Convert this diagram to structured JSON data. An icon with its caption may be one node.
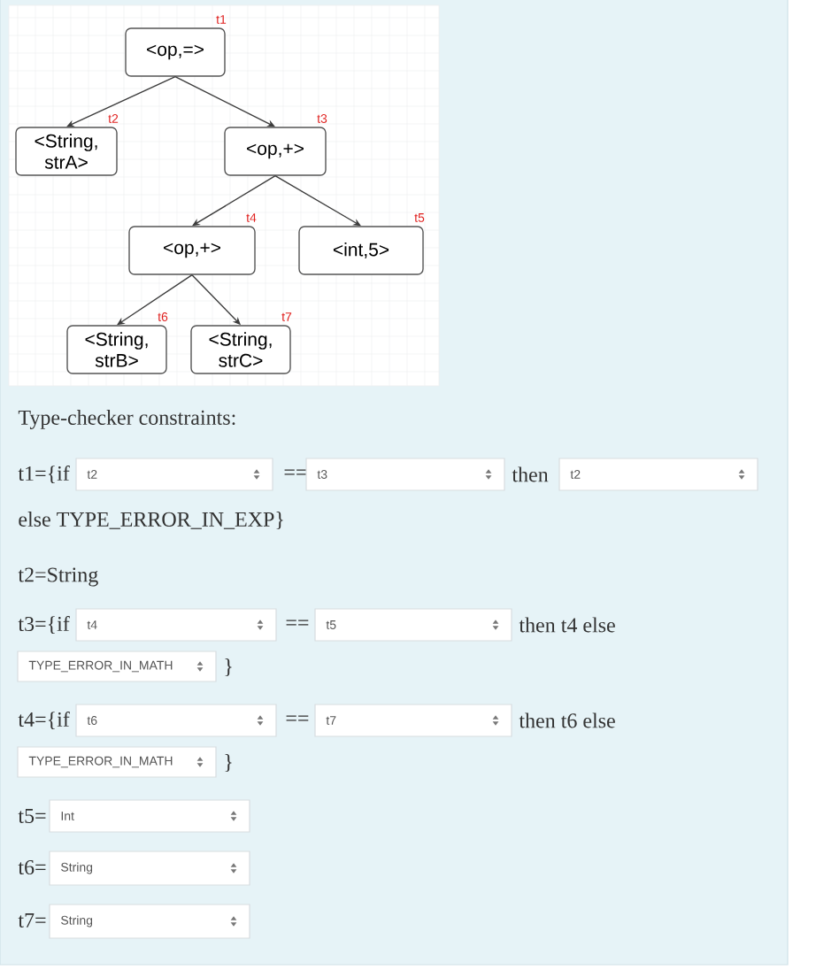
{
  "diagram": {
    "nodes": [
      {
        "text": [
          "<op,=>"
        ],
        "beside": [
          "t1"
        ]
      },
      {
        "text": [
          "<String, strA>"
        ],
        "beside": [
          "t2"
        ]
      },
      {
        "text": [
          "<op,+>"
        ],
        "beside": [
          "t3"
        ]
      },
      {
        "text": [
          "<op,+>"
        ],
        "beside": [
          "t4"
        ]
      },
      {
        "text": [
          "<int,5>"
        ],
        "beside": [
          "t5"
        ]
      },
      {
        "text": [
          "<String, strB>"
        ],
        "beside": [
          "t6"
        ]
      },
      {
        "text": [
          "<String, strC>"
        ],
        "beside": [
          "t7"
        ]
      }
    ],
    "edges": [
      {
        "from": 0,
        "to": 1,
        "arrow": "to"
      },
      {
        "from": 0,
        "to": 2,
        "arrow": "to"
      },
      {
        "from": 2,
        "to": 3,
        "arrow": "to"
      },
      {
        "from": 2,
        "to": 4,
        "arrow": "to"
      },
      {
        "from": 3,
        "to": 5,
        "arrow": "to"
      },
      {
        "from": 3,
        "to": 6,
        "arrow": "to"
      }
    ],
    "labels": [
      "Type-checker constraints:",
      "t1={if",
      "t2",
      "==",
      "t3",
      "then",
      "t2",
      "else TYPE_ERROR_IN_EXP}",
      "t2=String",
      "t3={if",
      "t4",
      "==",
      "t5",
      "then t4 else",
      "TYPE_ERROR_IN_MATH",
      "}",
      "t4={if",
      "t6",
      "==",
      "t7",
      "then t6 else",
      "TYPE_ERROR_IN_MATH",
      "}",
      "t5=",
      "Int",
      "t6=",
      "String",
      "t7=",
      "String"
    ]
  }
}
